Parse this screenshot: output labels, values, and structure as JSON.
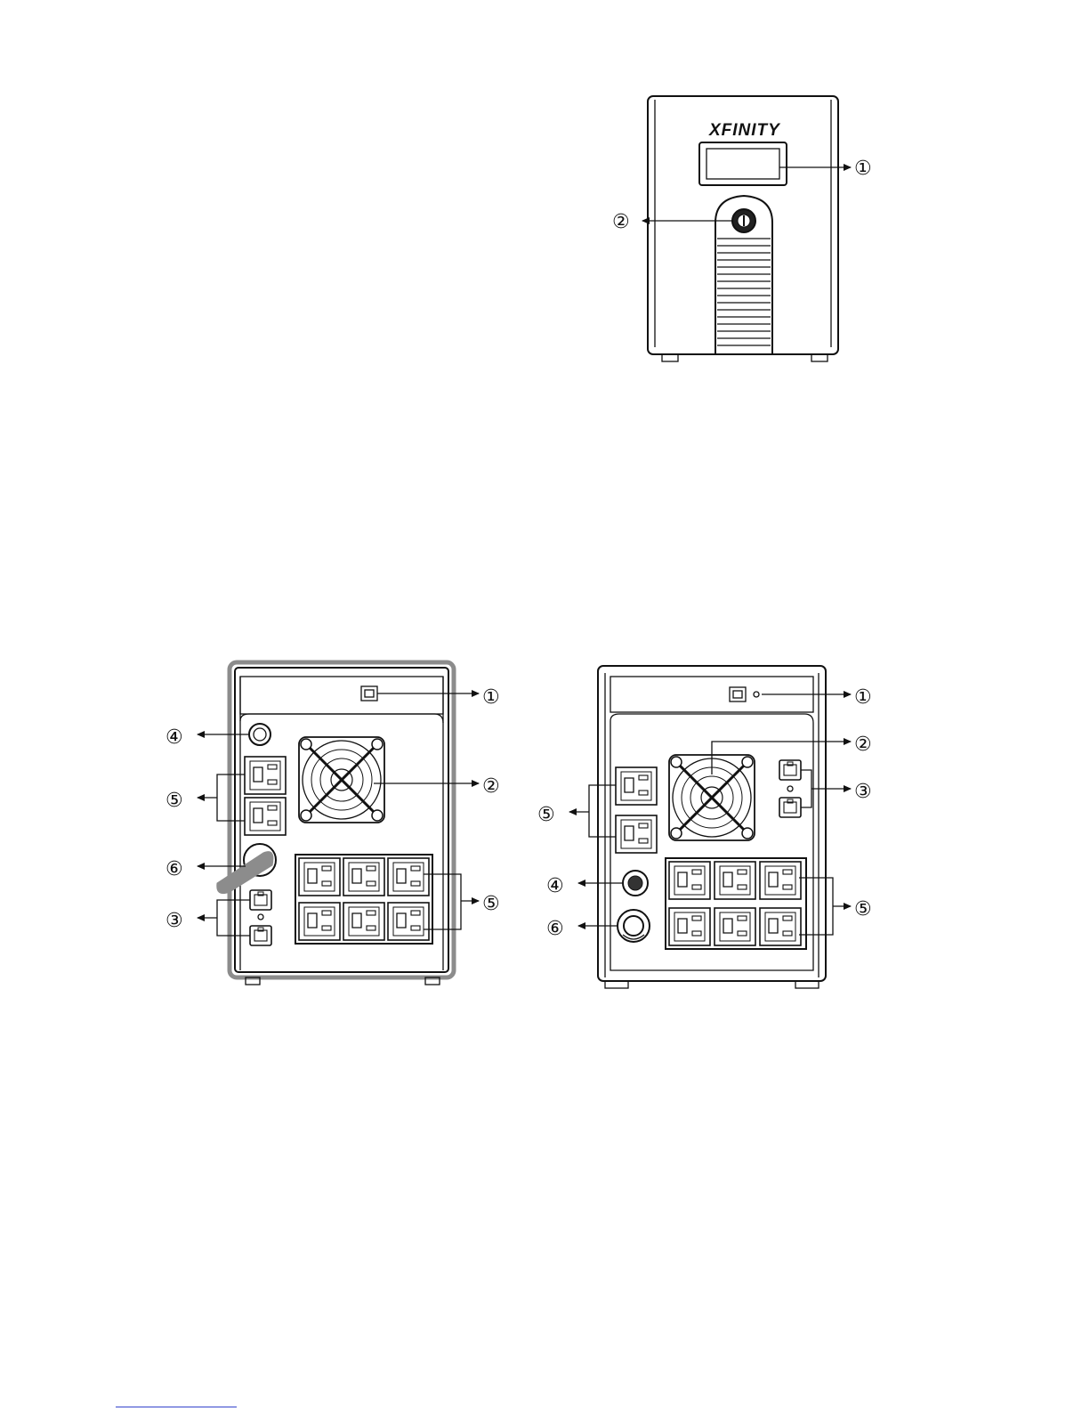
{
  "front_view": {
    "brand_logo": "XFINITY",
    "callouts": [
      {
        "id": "front-1",
        "number": "①"
      },
      {
        "id": "front-2",
        "number": "②"
      }
    ]
  },
  "rear_view_left": {
    "callouts": [
      {
        "id": "left-1",
        "number": "①"
      },
      {
        "id": "left-2",
        "number": "②"
      },
      {
        "id": "left-3",
        "number": "③"
      },
      {
        "id": "left-4",
        "number": "④"
      },
      {
        "id": "left-5a",
        "number": "⑤"
      },
      {
        "id": "left-5b",
        "number": "⑤"
      },
      {
        "id": "left-6",
        "number": "⑥"
      }
    ]
  },
  "rear_view_right": {
    "callouts": [
      {
        "id": "right-1",
        "number": "①"
      },
      {
        "id": "right-2",
        "number": "②"
      },
      {
        "id": "right-3",
        "number": "③"
      },
      {
        "id": "right-4",
        "number": "④"
      },
      {
        "id": "right-5a",
        "number": "⑤"
      },
      {
        "id": "right-5b",
        "number": "⑤"
      },
      {
        "id": "right-6",
        "number": "⑥"
      }
    ]
  },
  "colors": {
    "line": "#111111",
    "highlight_gray": "#8c8c8c",
    "footnote_rule": "#3344cc"
  }
}
